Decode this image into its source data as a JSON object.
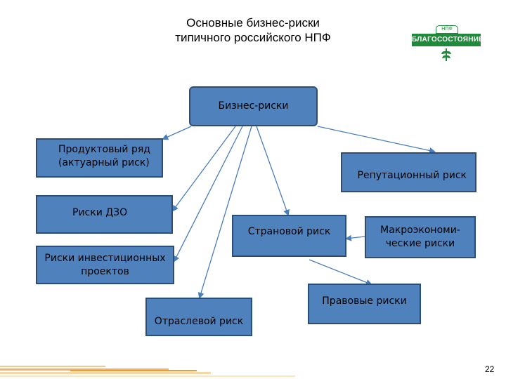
{
  "title": {
    "line1": "Основные бизнес-риски",
    "line2": "типичного российского НПФ"
  },
  "logo": {
    "top_text": "НПФ",
    "name": "БЛАГОСОСТОЯНИЕ",
    "color": "#1f8a3a"
  },
  "diagram": {
    "root": "Бизнес-риски",
    "nodes": {
      "product": {
        "line1": "Продуктовый ряд",
        "line2": "(актуарный риск)"
      },
      "reputation": "Репутационный риск",
      "dzo": "Риски ДЗО",
      "country": "Страновой риск",
      "macro": {
        "line1": "Макроэкономи-",
        "line2": "ческие риски"
      },
      "investment": {
        "line1": "Риски инвестиционных",
        "line2": "проектов"
      },
      "legal": "Правовые риски",
      "industry": "Отраслевой риск"
    },
    "colors": {
      "box_fill": "#4f81bd",
      "box_border": "#2c4d75",
      "arrow": "#4a7ebb"
    }
  },
  "page_number": "22"
}
